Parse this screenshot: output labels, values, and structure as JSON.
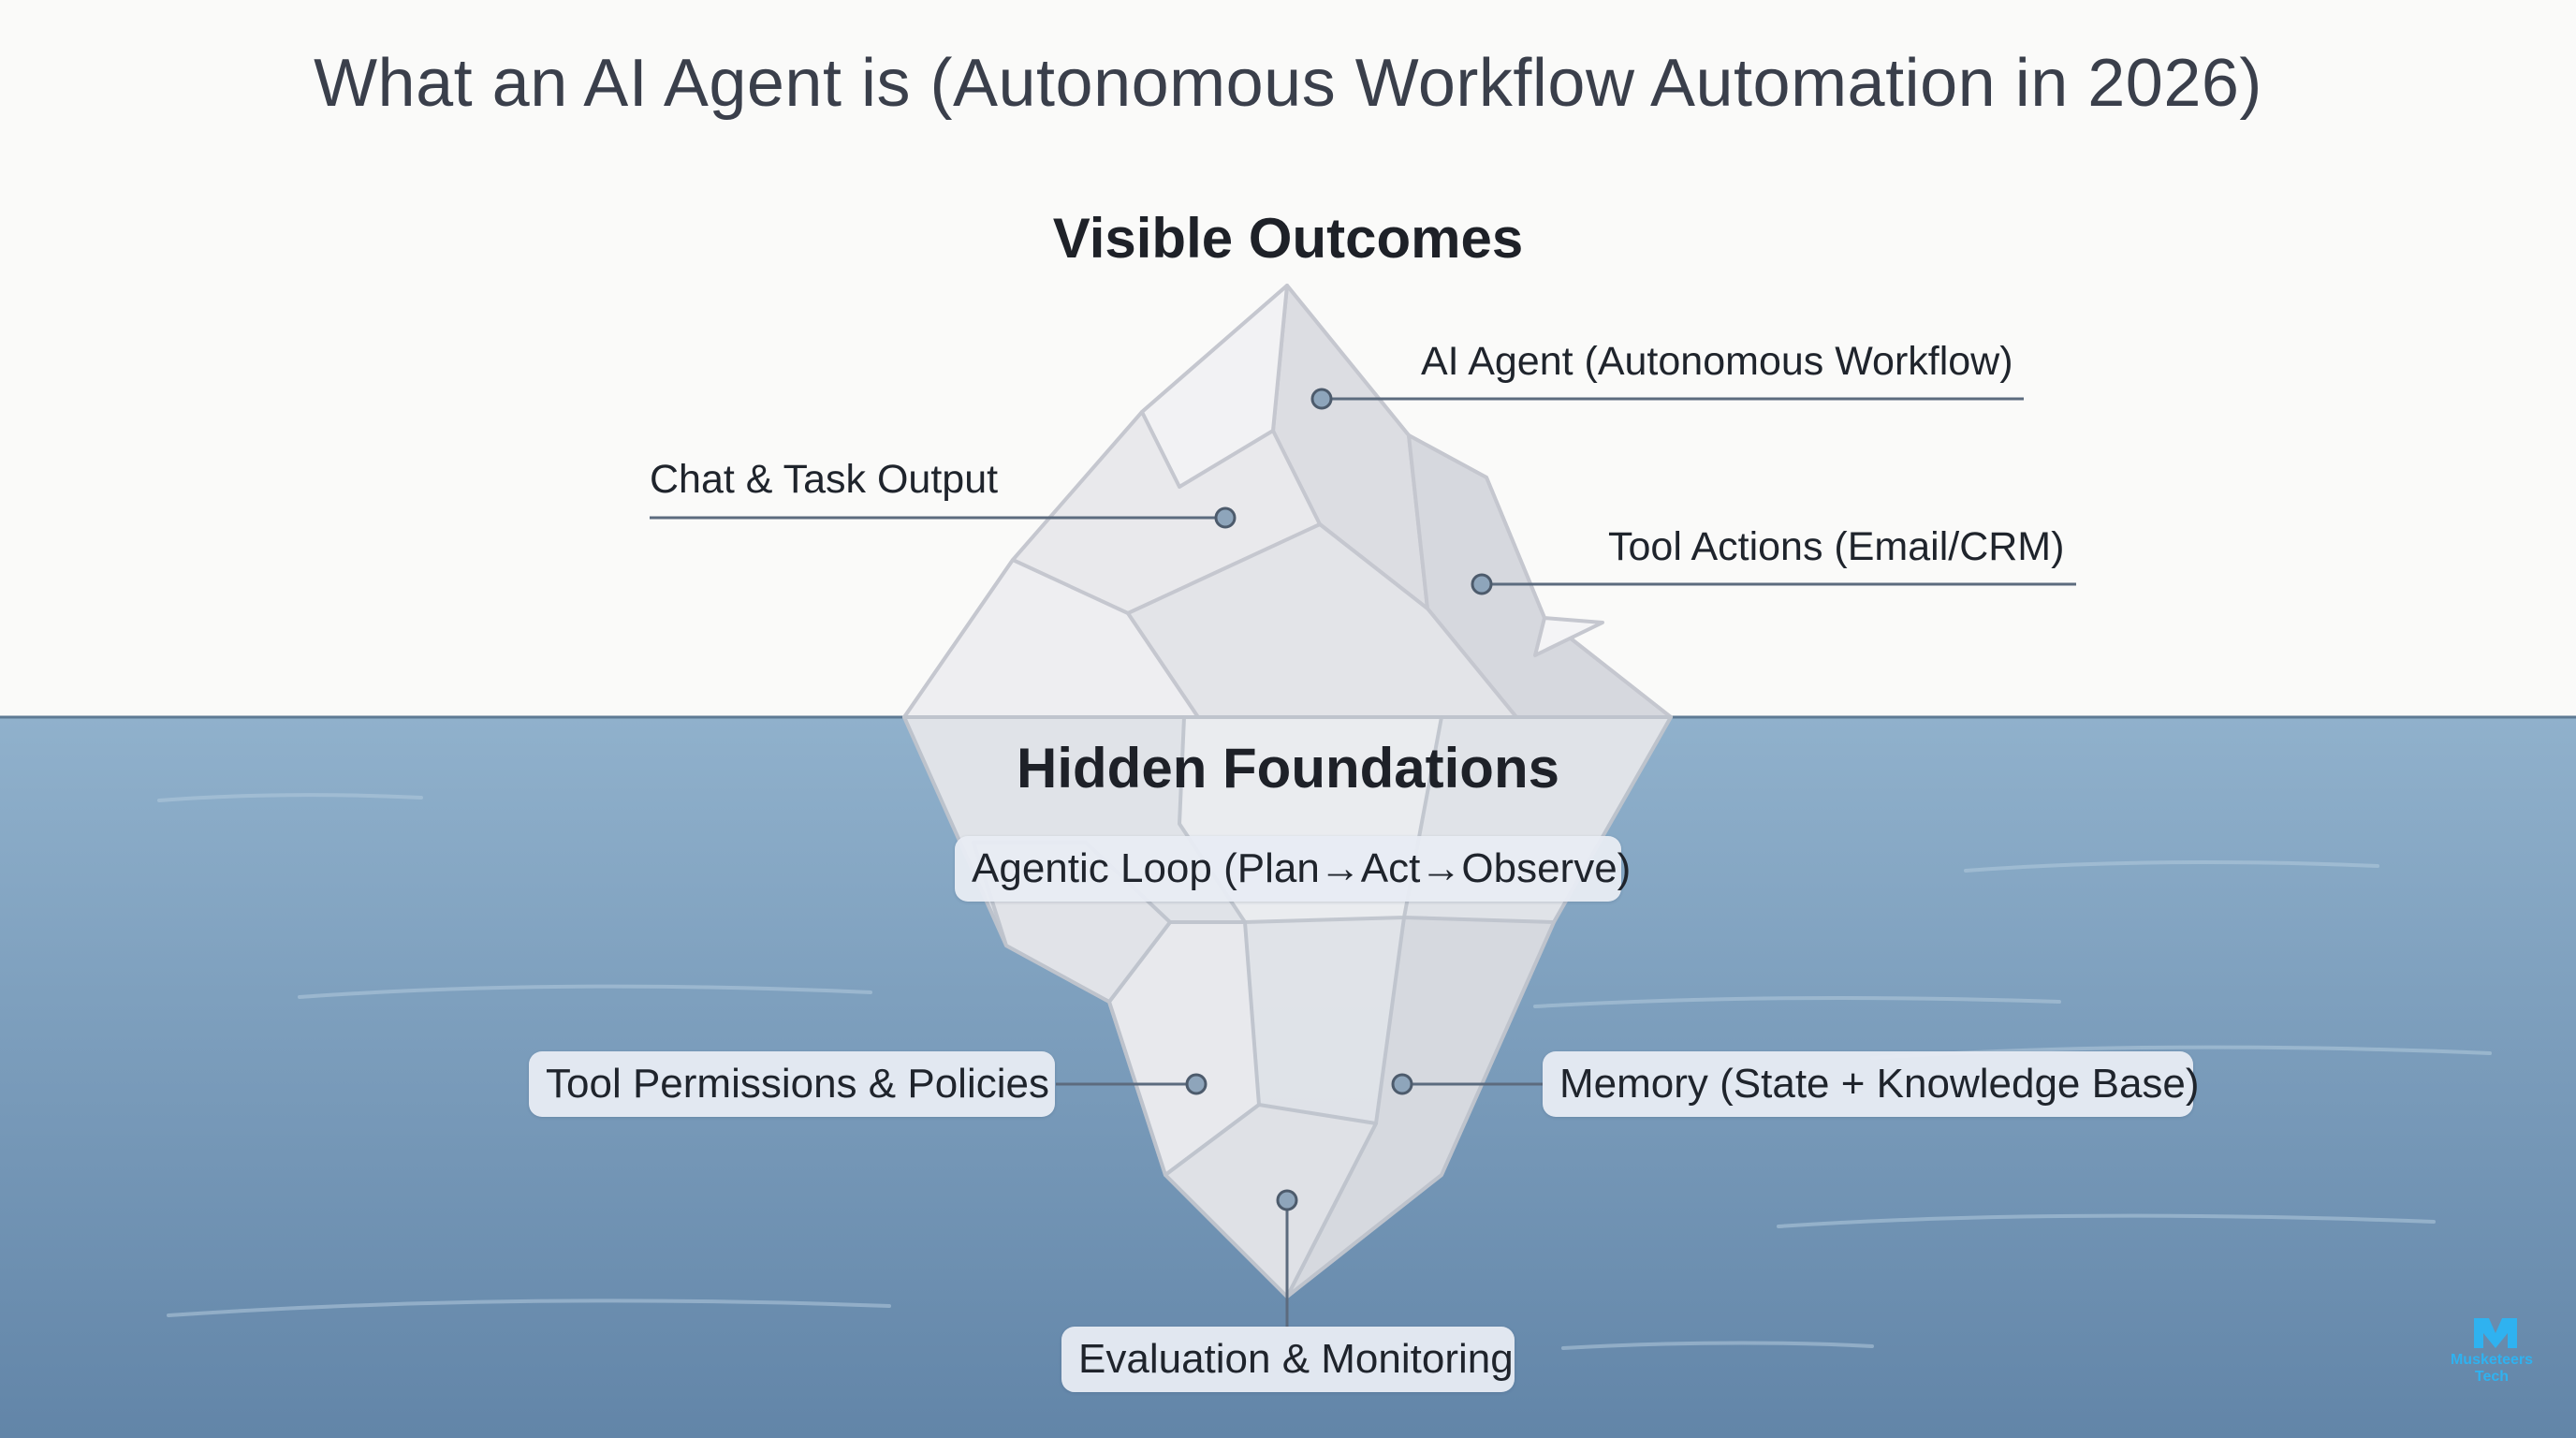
{
  "title": "What an AI Agent is (Autonomous Workflow Automation in 2026)",
  "sections": {
    "visible": "Visible Outcomes",
    "hidden": "Hidden Foundations"
  },
  "above_water": {
    "agent": "AI Agent (Autonomous Workflow)",
    "chat": "Chat & Task Output",
    "tools": "Tool Actions (Email/CRM)"
  },
  "below_water": {
    "loop": "Agentic Loop (Plan→Act→Observe)",
    "permissions": "Tool Permissions & Policies",
    "memory": "Memory (State + Knowledge Base)",
    "evaluation": "Evaluation & Monitoring"
  },
  "logo": {
    "line1": "Musketeers",
    "line2": "Tech"
  },
  "colors": {
    "sky": "#fafaf9",
    "water_top": "#90b1cc",
    "water_bottom": "#6285a8",
    "ice": "#e8e8eb",
    "leader_line": "#5c6b7e",
    "logo_accent": "#2fb2f0"
  }
}
